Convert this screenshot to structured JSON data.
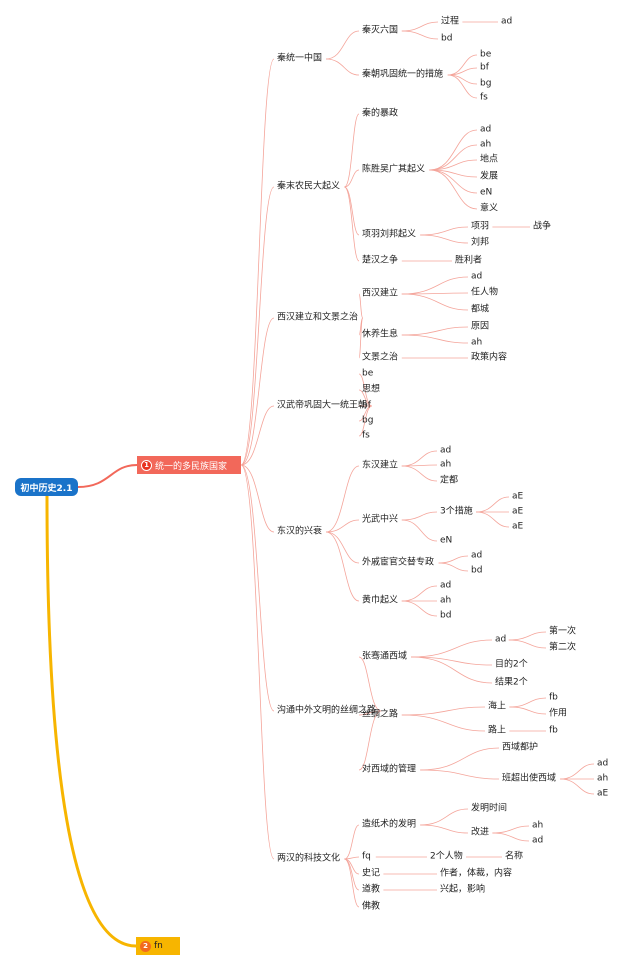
{
  "root": {
    "label": "初中历史2.1"
  },
  "main": [
    {
      "num": "1",
      "label": "统一的多民族国家"
    },
    {
      "num": "2",
      "label": "fn"
    }
  ],
  "tree": {
    "label": "统一的多民族国家",
    "children": [
      {
        "label": "秦统一中国",
        "children": [
          {
            "label": "秦灭六国",
            "children": [
              {
                "label": "过程",
                "children": [
                  {
                    "label": "ad"
                  }
                ]
              },
              {
                "label": "bd"
              }
            ]
          },
          {
            "label": "秦朝巩固统一的措施",
            "children": [
              {
                "label": "be"
              },
              {
                "label": "bf"
              },
              {
                "label": "bg"
              },
              {
                "label": "fs"
              }
            ]
          }
        ]
      },
      {
        "label": "秦末农民大起义",
        "children": [
          {
            "label": "秦的暴政"
          },
          {
            "label": "陈胜吴广其起义",
            "children": [
              {
                "label": "ad"
              },
              {
                "label": "ah"
              },
              {
                "label": "地点"
              },
              {
                "label": "发展"
              },
              {
                "label": "eN"
              },
              {
                "label": "意义"
              }
            ]
          },
          {
            "label": "项羽刘邦起义",
            "children": [
              {
                "label": "项羽",
                "children": [
                  {
                    "label": "战争"
                  }
                ]
              },
              {
                "label": "刘邦"
              }
            ]
          },
          {
            "label": "楚汉之争",
            "children": [
              {
                "label": "胜利者"
              }
            ]
          }
        ]
      },
      {
        "label": "西汉建立和文景之治",
        "children": [
          {
            "label": "西汉建立",
            "children": [
              {
                "label": "ad"
              },
              {
                "label": "任人物"
              },
              {
                "label": "都城"
              }
            ]
          },
          {
            "label": "休养生息",
            "children": [
              {
                "label": "原因"
              },
              {
                "label": "ah"
              }
            ]
          },
          {
            "label": "文景之治",
            "children": [
              {
                "label": "政策内容"
              }
            ]
          }
        ]
      },
      {
        "label": "汉武帝巩固大一统王朝",
        "children": [
          {
            "label": "be"
          },
          {
            "label": "思想"
          },
          {
            "label": "bf"
          },
          {
            "label": "bg"
          },
          {
            "label": "fs"
          }
        ]
      },
      {
        "label": "东汉的兴衰",
        "children": [
          {
            "label": "东汉建立",
            "children": [
              {
                "label": "ad"
              },
              {
                "label": "ah"
              },
              {
                "label": "定都"
              }
            ]
          },
          {
            "label": "光武中兴",
            "children": [
              {
                "label": "3个措施",
                "children": [
                  {
                    "label": "aE"
                  },
                  {
                    "label": "aE"
                  },
                  {
                    "label": "aE"
                  }
                ]
              },
              {
                "label": "eN"
              }
            ]
          },
          {
            "label": "外戚宦官交替专政",
            "children": [
              {
                "label": "ad"
              },
              {
                "label": "bd"
              }
            ]
          },
          {
            "label": "黄巾起义",
            "children": [
              {
                "label": "ad"
              },
              {
                "label": "ah"
              },
              {
                "label": "bd"
              }
            ]
          }
        ]
      },
      {
        "label": "沟通中外文明的丝绸之路",
        "children": [
          {
            "label": "张骞通西域",
            "children": [
              {
                "label": "ad",
                "children": [
                  {
                    "label": "第一次"
                  },
                  {
                    "label": "第二次"
                  }
                ]
              },
              {
                "label": "目的2个"
              },
              {
                "label": "结果2个"
              }
            ]
          },
          {
            "label": "丝绸之路",
            "children": [
              {
                "label": "海上",
                "children": [
                  {
                    "label": "fb"
                  },
                  {
                    "label": "作用"
                  }
                ]
              },
              {
                "label": "路上",
                "children": [
                  {
                    "label": "fb"
                  }
                ]
              }
            ]
          },
          {
            "label": "对西域的管理",
            "children": [
              {
                "label": "西域都护"
              },
              {
                "label": "班超出使西域",
                "children": [
                  {
                    "label": "ad"
                  },
                  {
                    "label": "ah"
                  },
                  {
                    "label": "aE"
                  }
                ]
              }
            ]
          }
        ]
      },
      {
        "label": "两汉的科技文化",
        "children": [
          {
            "label": "造纸术的发明",
            "children": [
              {
                "label": "发明时间"
              },
              {
                "label": "改进",
                "children": [
                  {
                    "label": "ah"
                  },
                  {
                    "label": "ad"
                  }
                ]
              }
            ]
          },
          {
            "label": "fq",
            "children": [
              {
                "label": "2个人物",
                "children": [
                  {
                    "label": "名称"
                  }
                ]
              }
            ]
          },
          {
            "label": "史记",
            "children": [
              {
                "label": "作者，体裁，内容"
              }
            ]
          },
          {
            "label": "道教",
            "children": [
              {
                "label": "兴起，影响"
              }
            ]
          },
          {
            "label": "佛教"
          }
        ]
      }
    ]
  },
  "colors": {
    "root_fill": "#1a73c9",
    "main1_fill": "#f2685a",
    "main2_fill": "#f7b500",
    "branch_line": "#f4a49a",
    "root_link_1": "#f2685a",
    "root_link_2": "#f7b500"
  }
}
